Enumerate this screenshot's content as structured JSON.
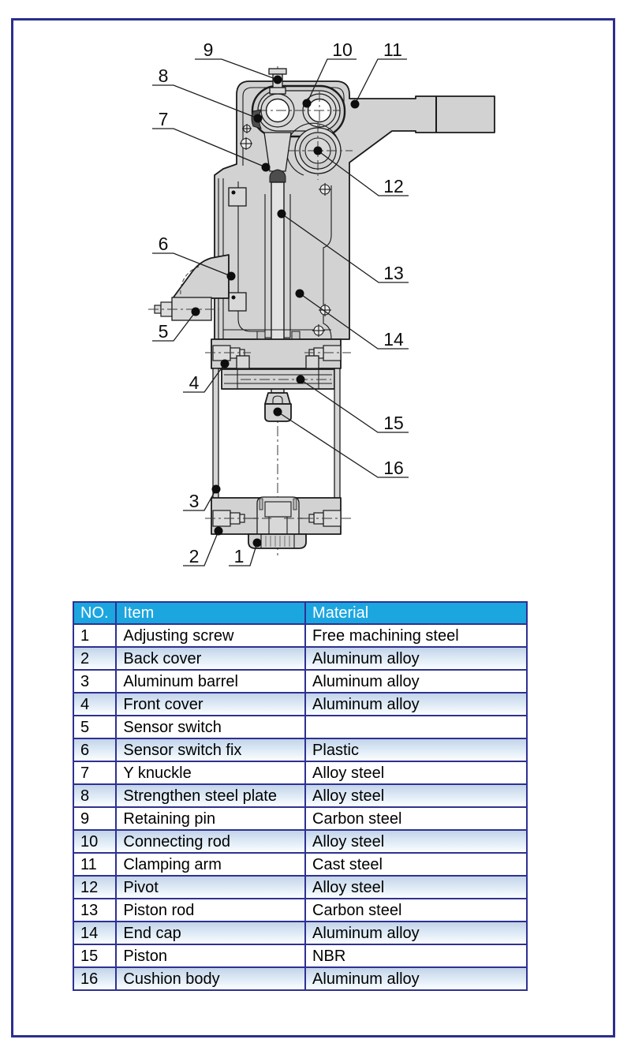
{
  "colors": {
    "frame_border": "#2b2f8e",
    "table_border": "#2e3192",
    "table_header_bg": "#1ca6e0",
    "table_header_text": "#ffffff",
    "metal_fill": "#d2d2d2"
  },
  "diagram": {
    "description": "Cross-section drawing of clamp cylinder with numbered callouts",
    "callouts": {
      "labels": [
        "1",
        "2",
        "3",
        "4",
        "5",
        "6",
        "7",
        "8",
        "9",
        "10",
        "11",
        "12",
        "13",
        "14",
        "15",
        "16"
      ]
    }
  },
  "table": {
    "headers": [
      "NO.",
      "Item",
      "Material"
    ],
    "rows": [
      {
        "no": "1",
        "item": "Adjusting screw",
        "material": "Free machining steel"
      },
      {
        "no": "2",
        "item": "Back cover",
        "material": "Aluminum alloy"
      },
      {
        "no": "3",
        "item": "Aluminum barrel",
        "material": "Aluminum alloy"
      },
      {
        "no": "4",
        "item": "Front cover",
        "material": "Aluminum alloy"
      },
      {
        "no": "5",
        "item": "Sensor switch",
        "material": ""
      },
      {
        "no": "6",
        "item": "Sensor  switch fix",
        "material": "Plastic"
      },
      {
        "no": "7",
        "item": "Y knuckle",
        "material": "Alloy steel"
      },
      {
        "no": "8",
        "item": "Strengthen steel plate",
        "material": "Alloy steel"
      },
      {
        "no": "9",
        "item": "Retaining pin",
        "material": "Carbon steel"
      },
      {
        "no": "10",
        "item": "Connecting rod",
        "material": "Alloy steel"
      },
      {
        "no": "11",
        "item": "Clamping arm",
        "material": "Cast steel"
      },
      {
        "no": "12",
        "item": "Pivot",
        "material": "Alloy steel"
      },
      {
        "no": "13",
        "item": "Piston rod",
        "material": "Carbon steel"
      },
      {
        "no": "14",
        "item": "End cap",
        "material": "Aluminum alloy"
      },
      {
        "no": "15",
        "item": "Piston",
        "material": "NBR"
      },
      {
        "no": "16",
        "item": "Cushion body",
        "material": "Aluminum alloy"
      }
    ]
  }
}
